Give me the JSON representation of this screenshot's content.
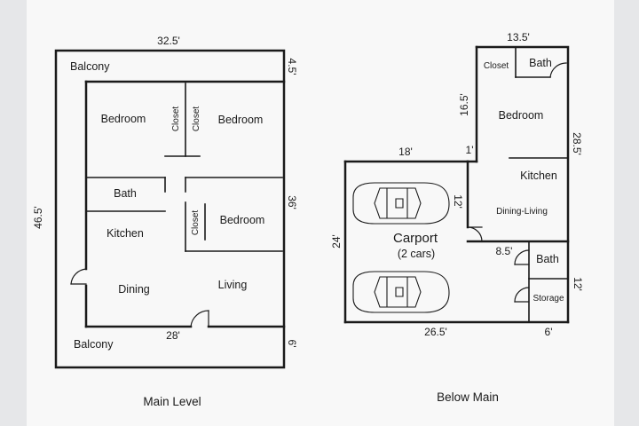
{
  "main_level": {
    "caption": "Main Level",
    "dims": {
      "width": "32.5'",
      "height": "46.5'",
      "balcony_top": "4.5'",
      "right_mid": "36'",
      "bottom": "28'",
      "balcony_bottom": "6'"
    },
    "rooms": {
      "balcony_top": "Balcony",
      "bedroom_left": "Bedroom",
      "closet_a": "Closet",
      "closet_b": "Closet",
      "bedroom_right": "Bedroom",
      "bath": "Bath",
      "kitchen": "Kitchen",
      "closet_c": "Closet",
      "bedroom_mid": "Bedroom",
      "dining": "Dining",
      "living": "Living",
      "balcony_bottom": "Balcony"
    }
  },
  "below_main": {
    "caption": "Below Main",
    "dims": {
      "top": "13.5'",
      "left_upper": "16.5'",
      "right_upper": "28.5'",
      "carport_top": "18'",
      "one": "1'",
      "carport_inner": "12'",
      "carport_left": "24'",
      "bath_left": "8.5'",
      "right_lower": "12'",
      "bottom": "26.5'",
      "bottom_right": "6'"
    },
    "rooms": {
      "closet": "Closet",
      "bath_top": "Bath",
      "bedroom": "Bedroom",
      "kitchen": "Kitchen",
      "dining_living": "Dining-Living",
      "carport": "Carport",
      "carport_note": "(2 cars)",
      "bath": "Bath",
      "storage": "Storage"
    }
  },
  "colors": {
    "background": "#e6e7e9",
    "paper": "#f8f8f8",
    "wall": "#1a1a1a"
  }
}
